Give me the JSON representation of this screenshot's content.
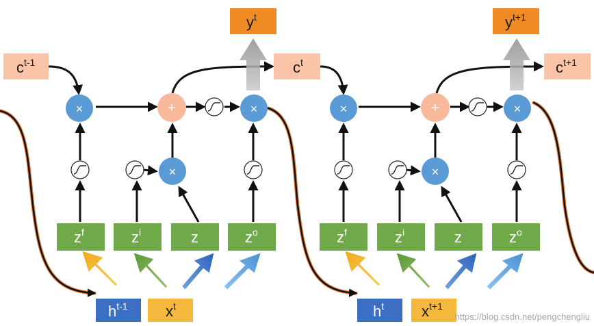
{
  "colors": {
    "gate_green": "#70a94a",
    "blue_node": "#5b9bd5",
    "pink_node": "#f8b99b",
    "orange_output": "#f08a24",
    "salmon_cell": "#f9c4a7",
    "dark_blue_box": "#3c6fc4",
    "gold_box": "#f4b83d",
    "gray_arrow": "#a6a6a6"
  },
  "cells": [
    {
      "c_prev": {
        "base": "c",
        "sup": "t-1"
      },
      "c_next": {
        "base": "c",
        "sup": "t"
      },
      "y": {
        "base": "y",
        "sup": "t"
      },
      "gates": [
        {
          "base": "z",
          "sup": "f"
        },
        {
          "base": "z",
          "sup": "i"
        },
        {
          "base": "z",
          "sup": ""
        },
        {
          "base": "z",
          "sup": "o"
        }
      ],
      "h": {
        "base": "h",
        "sup": "t-1"
      },
      "x": {
        "base": "x",
        "sup": "t"
      }
    },
    {
      "c_next": {
        "base": "c",
        "sup": "t+1"
      },
      "y": {
        "base": "y",
        "sup": "t+1"
      },
      "gates": [
        {
          "base": "z",
          "sup": "f"
        },
        {
          "base": "z",
          "sup": "i"
        },
        {
          "base": "z",
          "sup": ""
        },
        {
          "base": "z",
          "sup": "o"
        }
      ],
      "h": {
        "base": "h",
        "sup": "t"
      },
      "x": {
        "base": "x",
        "sup": "t+1"
      }
    }
  ],
  "symbols": {
    "multiply": "×",
    "add": "+"
  },
  "watermark": "https://blog.csdn.net/pengchengliu"
}
